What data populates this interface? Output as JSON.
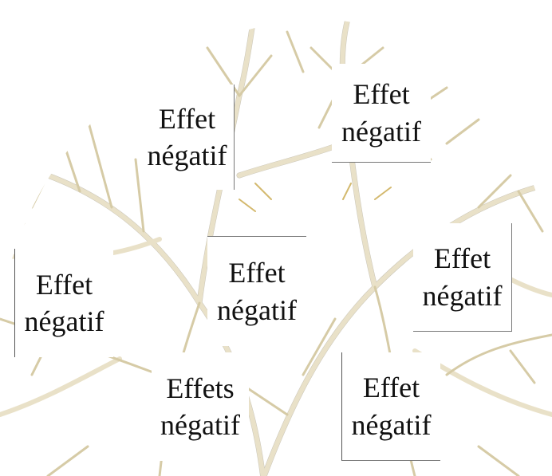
{
  "colors": {
    "background": "#ffffff",
    "branch_light": "#e9e1c8",
    "branch_mid": "#d6cba6",
    "branch_shadow": "#9b937c",
    "branch_accent": "#c9a84a",
    "text": "#111111"
  },
  "boxes": [
    {
      "line1": "Effet",
      "line2": "négatif"
    },
    {
      "line1": "Effet",
      "line2": "négatif"
    },
    {
      "line1": "Effet",
      "line2": "négatif"
    },
    {
      "line1": "Effet",
      "line2": "négatif"
    },
    {
      "line1": "Effet",
      "line2": "négatif"
    },
    {
      "line1": "Effets",
      "line2": "négatif"
    },
    {
      "line1": "Effet",
      "line2": "négatif"
    }
  ]
}
